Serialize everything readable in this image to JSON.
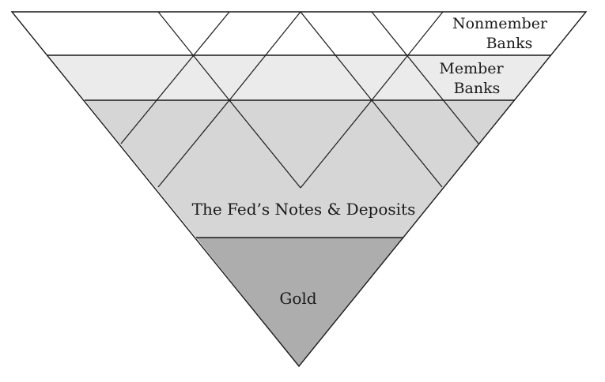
{
  "diagram": {
    "layers": [
      {
        "id": "nonmember",
        "label_lines": [
          "Nonmember",
          "Banks"
        ],
        "fill": "#ffffff"
      },
      {
        "id": "member",
        "label_lines": [
          "Member",
          "Banks"
        ],
        "fill": "#ebebeb"
      },
      {
        "id": "fed",
        "label_lines": [
          "The Fed’s Notes & Deposits"
        ],
        "fill": "#d6d6d6"
      },
      {
        "id": "gold",
        "label_lines": [
          "Gold"
        ],
        "fill": "#adadad"
      }
    ],
    "stroke_color": "#1a1a1a"
  }
}
